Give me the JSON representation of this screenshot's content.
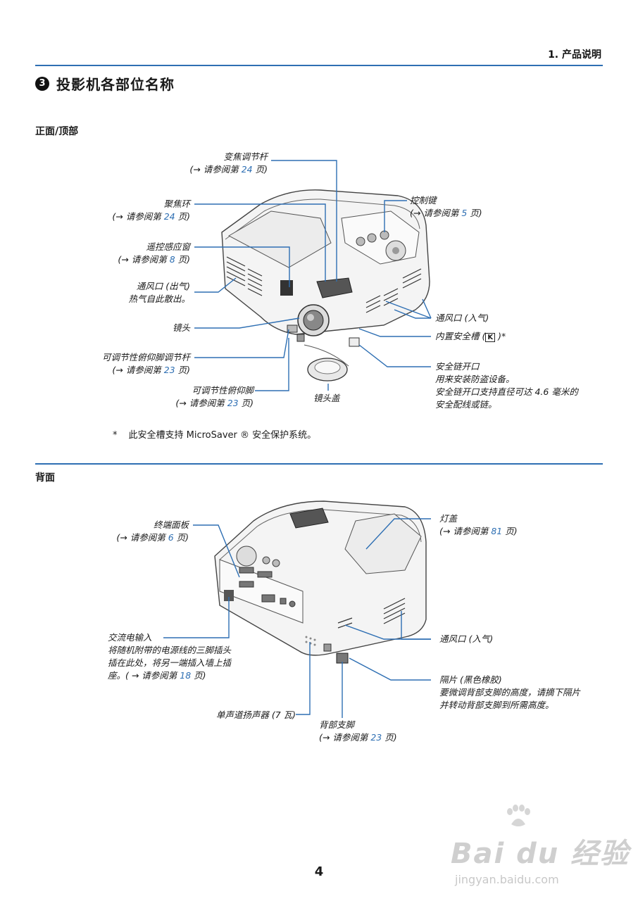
{
  "header": {
    "chapter": "1. 产品说明"
  },
  "section": {
    "number": "3",
    "title": "投影机各部位名称"
  },
  "front": {
    "heading": "正面/顶部",
    "labels": {
      "zoom_lever": {
        "name": "变焦调节杆",
        "ref_prefix": "(→ 请参阅第 ",
        "page": "24",
        "ref_suffix": " 页)"
      },
      "focus_ring": {
        "name": "聚焦环",
        "ref_prefix": "(→ 请参阅第 ",
        "page": "24",
        "ref_suffix": " 页)"
      },
      "remote_sensor": {
        "name": "遥控感应窗",
        "ref_prefix": "(→ 请参阅第 ",
        "page": "8",
        "ref_suffix": " 页)"
      },
      "vent_out": {
        "name": "通风口 (出气)",
        "desc": "热气自此散出。"
      },
      "lens": {
        "name": "镜头"
      },
      "tilt_lever": {
        "name": "可调节性俯仰脚调节杆",
        "ref_prefix": "(→ 请参阅第 ",
        "page": "23",
        "ref_suffix": " 页)"
      },
      "tilt_foot": {
        "name": "可调节性俯仰脚",
        "ref_prefix": "(→ 请参阅第 ",
        "page": "23",
        "ref_suffix": " 页)"
      },
      "lens_cap": {
        "name": "镜头盖"
      },
      "controls": {
        "name": "控制键",
        "ref_prefix": "(→ 请参阅第 ",
        "page": "5",
        "ref_suffix": " 页)"
      },
      "vent_in": {
        "name": "通风口 (入气)"
      },
      "security_slot": {
        "name": "内置安全槽 (",
        "suffix": " )*"
      },
      "chain_opening": {
        "name": "安全链开口",
        "line1": "用来安装防盗设备。",
        "line2": "安全链开口支持直径可达 4.6 毫米的",
        "line3": "安全配线或链。"
      }
    },
    "note_star": "*",
    "note": "此安全槽支持 MicroSaver ® 安全保护系统。"
  },
  "back": {
    "heading": "背面",
    "labels": {
      "terminal_panel": {
        "name": "终端面板",
        "ref_prefix": "(→ 请参阅第 ",
        "page": "6",
        "ref_suffix": " 页)"
      },
      "lamp_cover": {
        "name": "灯盖",
        "ref_prefix": "(→ 请参阅第 ",
        "page": "81",
        "ref_suffix": " 页)"
      },
      "vent_in": {
        "name": "通风口 (入气)"
      },
      "ac_input": {
        "name": "交流电输入",
        "line1": "将随机附带的电源线的三脚插头",
        "line2": "插在此处，将另一端插入墙上插",
        "line3_prefix": "座。( → 请参阅第 ",
        "page": "18",
        "ref_suffix": " 页)"
      },
      "rubber_cap": {
        "name": "隔片 (黑色橡胶)",
        "line1": "要微调背部支脚的高度，请摘下隔片",
        "line2": "并转动背部支脚到所需高度。"
      },
      "speaker": {
        "name": "单声道扬声器 (7 瓦)"
      },
      "rear_foot": {
        "name": "背部支脚",
        "ref_prefix": "(→ 请参阅第 ",
        "page": "23",
        "ref_suffix": " 页)"
      }
    }
  },
  "footer": {
    "page_number": "4"
  },
  "watermark": {
    "brand": "Bai du 经验",
    "url": "jingyan.baidu.com"
  },
  "colors": {
    "accent": "#2e6fb3"
  }
}
